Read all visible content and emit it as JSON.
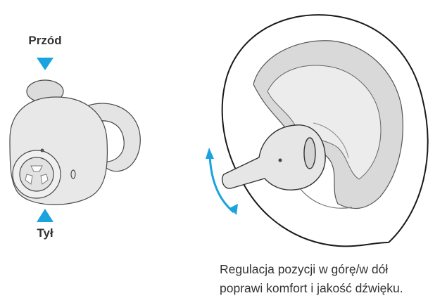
{
  "labels": {
    "front": "Przód",
    "back": "Tył"
  },
  "caption": {
    "line1": "Regulacja pozycji w górę/w dół",
    "line2": "poprawi komfort i jakość dźwięku."
  },
  "colors": {
    "accent": "#1ba3e0",
    "outline": "#333333",
    "earbud_fill": "#e6e6e6"
  },
  "icons": {
    "front_marker": "triangle-down",
    "back_marker": "triangle-up",
    "adjust_marker": "curved-double-arrow"
  }
}
